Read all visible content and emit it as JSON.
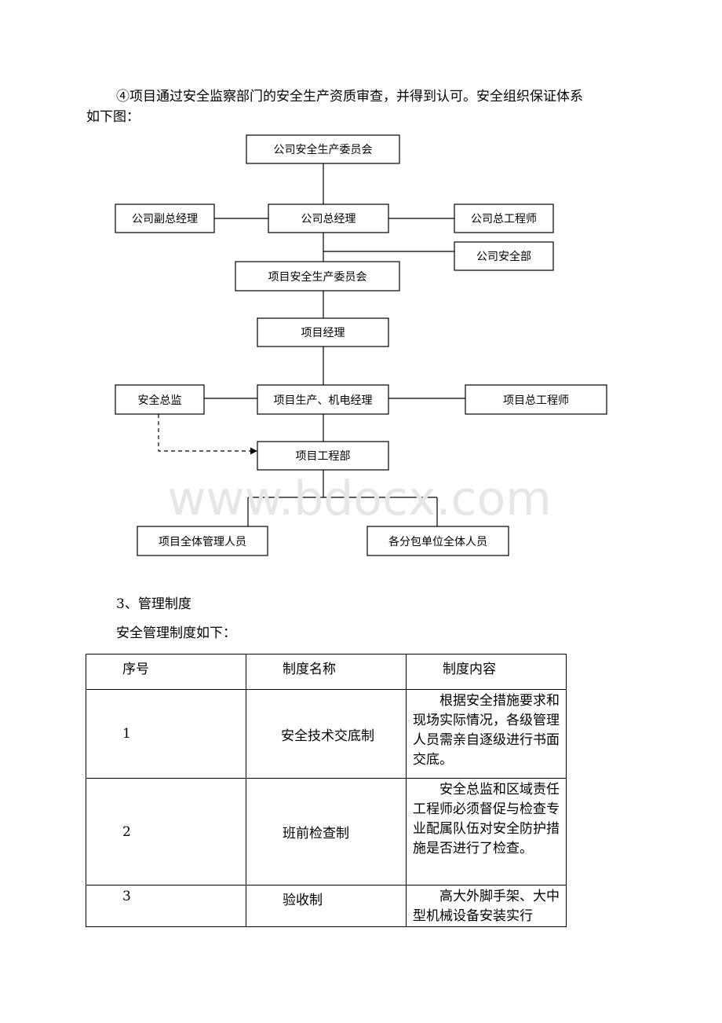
{
  "intro": {
    "line1": "④项目通过安全监察部门的安全生产资质审查，并得到认可。安全组织保证体系",
    "line2": "如下图："
  },
  "org_chart": {
    "boxes": {
      "company_committee": "公司安全生产委员会",
      "deputy_gm": "公司副总经理",
      "gm": "公司总经理",
      "chief_engineer": "公司总工程师",
      "safety_dept": "公司安全部",
      "project_committee": "项目安全生产委员会",
      "project_manager": "项目经理",
      "safety_director": "安全总监",
      "production_manager": "项目生产、机电经理",
      "project_chief_engineer": "项目总工程师",
      "engineering_dept": "项目工程部",
      "all_managers": "项目全体管理人员",
      "all_subcontractors": "各分包单位全体人员"
    }
  },
  "watermark": "www.bdocx.com",
  "section3": {
    "heading": "3、管理制度",
    "intro": "安全管理制度如下："
  },
  "table": {
    "headers": [
      "序号",
      "制度名称",
      "制度内容"
    ],
    "rows": [
      {
        "no": "1",
        "name": "安全技术交底制",
        "content": "根据安全措施要求和现场实际情况，各级管理人员需亲自逐级进行书面交底。"
      },
      {
        "no": "2",
        "name": "班前检查制",
        "content": "安全总监和区域责任工程师必须督促与检查专业配属队伍对安全防护措施是否进行了检查。"
      },
      {
        "no": "3",
        "name": "验收制",
        "content": "高大外脚手架、大中型机械设备安装实行"
      }
    ]
  }
}
